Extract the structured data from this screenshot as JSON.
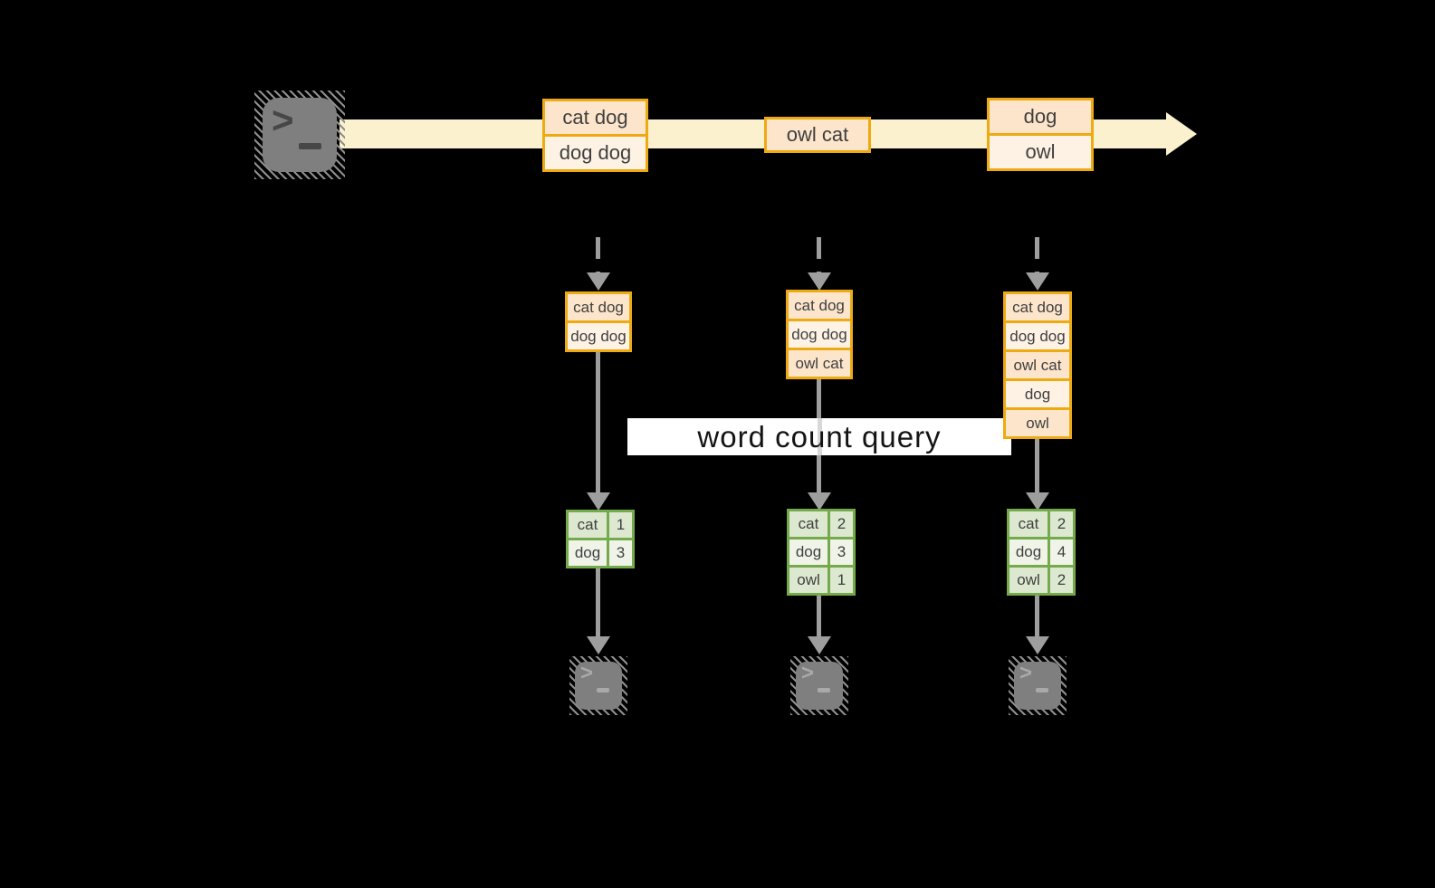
{
  "overlay_label": "word count query",
  "icons": {
    "source_terminal": "terminal-icon",
    "output_terminal": "terminal-icon",
    "prompt_glyph": ">"
  },
  "stream": {
    "messages": [
      {
        "rows": [
          "cat dog",
          "dog dog"
        ]
      },
      {
        "rows": [
          "owl cat"
        ]
      },
      {
        "rows": [
          "dog",
          "owl"
        ]
      }
    ]
  },
  "states": [
    {
      "rows": [
        "cat dog",
        "dog dog"
      ]
    },
    {
      "rows": [
        "cat dog",
        "dog dog",
        "owl cat"
      ]
    },
    {
      "rows": [
        "cat dog",
        "dog dog",
        "owl cat",
        "dog",
        "owl"
      ]
    }
  ],
  "counts": [
    {
      "rows": [
        {
          "word": "cat",
          "count": "1"
        },
        {
          "word": "dog",
          "count": "3"
        }
      ]
    },
    {
      "rows": [
        {
          "word": "cat",
          "count": "2"
        },
        {
          "word": "dog",
          "count": "3"
        },
        {
          "word": "owl",
          "count": "1"
        }
      ]
    },
    {
      "rows": [
        {
          "word": "cat",
          "count": "2"
        },
        {
          "word": "dog",
          "count": "4"
        },
        {
          "word": "owl",
          "count": "2"
        }
      ]
    }
  ],
  "colors": {
    "background": "#000000",
    "stream_fill": "#fbf1cf",
    "orange_border": "#edaa12",
    "peach_fill": "#fce5cb",
    "cream_fill": "#fdf2e4",
    "green_border": "#74aa4c",
    "green_fill": "#dde8d0",
    "green_fill_light": "#eff3e8",
    "arrow_gray": "#9e9e9e",
    "text_dark": "#3f3f3f"
  }
}
